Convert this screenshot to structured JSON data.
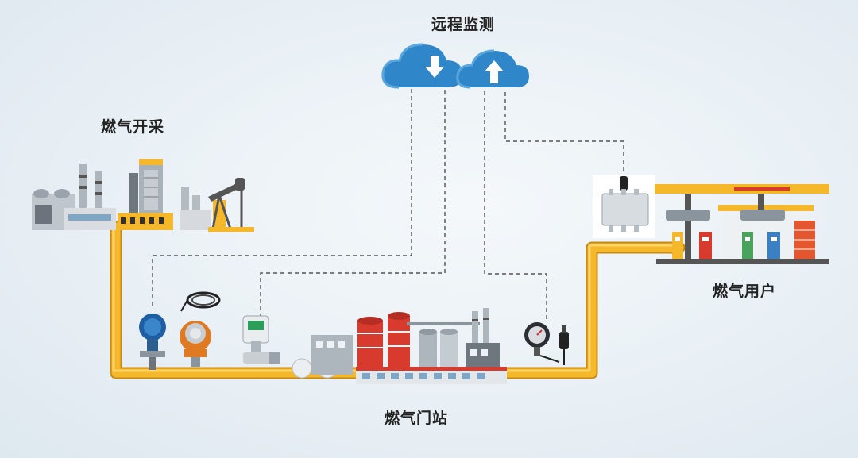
{
  "labels": {
    "remote_monitoring": "远程监测",
    "gas_extraction": "燃气开采",
    "gas_user": "燃气用户",
    "gas_gate_station": "燃气门站"
  },
  "colors": {
    "pipeline": "#f4b82a",
    "cloud": "#2f86c9",
    "dashed_line": "#555555",
    "background": "#eaf1f6"
  },
  "icons": [
    "cloud-download-icon",
    "cloud-upload-icon",
    "pressure-transmitter-icon",
    "cable-coil-icon",
    "gas-detector-icon",
    "flowmeter-icon",
    "pressure-gauge-icon",
    "sensor-probe-icon",
    "junction-box-icon",
    "gas-field-factory-icon",
    "pump-jack-icon",
    "gate-station-plant-icon",
    "gas-station-icon"
  ]
}
